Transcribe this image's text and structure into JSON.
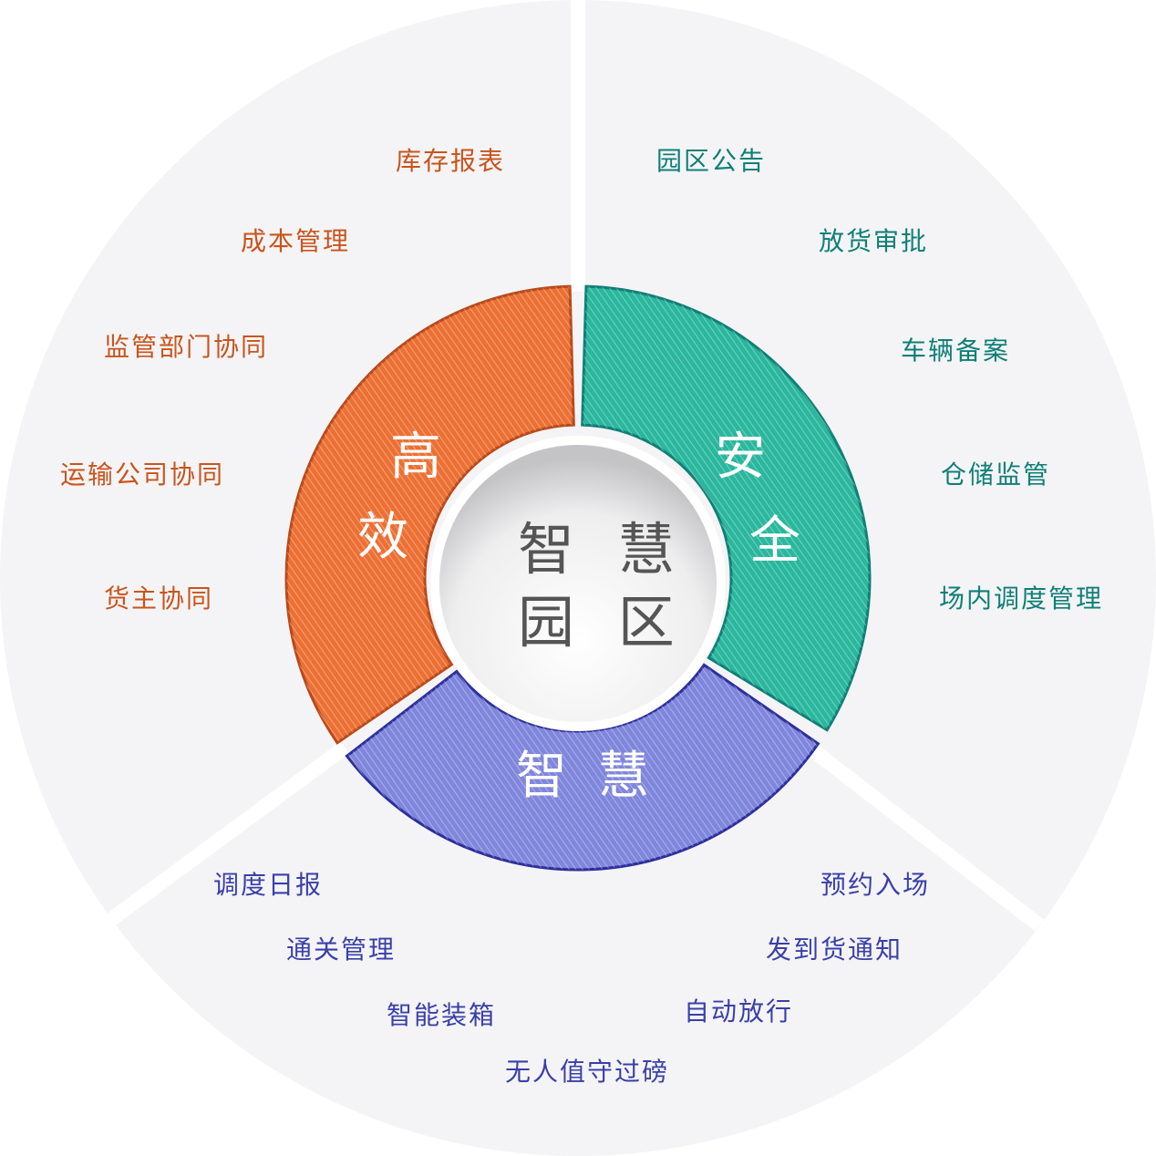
{
  "colors": {
    "background_disc": "#f4f4f6",
    "efficient": "#ec7034",
    "efficient_dark": "#b9491a",
    "safe": "#2ab79d",
    "safe_dark": "#0f7f77",
    "smart": "#7f86dc",
    "smart_dark": "#2d2f9a",
    "center_light": "#ffffff",
    "center_dark": "#c9c9cc"
  },
  "center": {
    "line1": "智 慧",
    "line2": "园 区"
  },
  "segments": {
    "efficient": {
      "title_line1": "高",
      "title_line2": "效",
      "items": [
        "库存报表",
        "成本管理",
        "监管部门协同",
        "运输公司协同",
        "货主协同"
      ]
    },
    "safe": {
      "title_line1": "安",
      "title_line2": "全",
      "items": [
        "园区公告",
        "放货审批",
        "车辆备案",
        "仓储监管",
        "场内调度管理"
      ]
    },
    "smart": {
      "title": "智 慧",
      "items_left": [
        "调度日报",
        "通关管理",
        "智能装箱"
      ],
      "items_bottom": [
        "无人值守过磅"
      ],
      "items_right": [
        "预约入场",
        "发到货通知",
        "自动放行"
      ]
    }
  }
}
